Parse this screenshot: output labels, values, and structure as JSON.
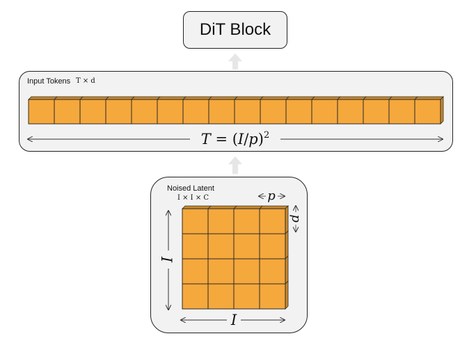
{
  "dit_block": {
    "label": "DiT Block"
  },
  "input_tokens": {
    "label": "Input Tokens",
    "dims": "T × d",
    "token_count": 16,
    "formula_parts": {
      "lhs": "T",
      "eq": " = (",
      "mid": "I",
      "slash": "/",
      "p": "p",
      "close": ")",
      "exp": "2"
    }
  },
  "noised_latent": {
    "label": "Noised Latent",
    "dims": "I × I × C",
    "grid_rows": 4,
    "grid_cols": 4,
    "side_label": "I",
    "bottom_label": "I",
    "patch_label": "p"
  },
  "colors": {
    "token_fill": "#F5A83C",
    "token_top": "#C98A2E",
    "token_stroke": "#2a2a2a",
    "panel_fill": "#F2F2F2",
    "arrow_fill": "#E8E8E8"
  }
}
